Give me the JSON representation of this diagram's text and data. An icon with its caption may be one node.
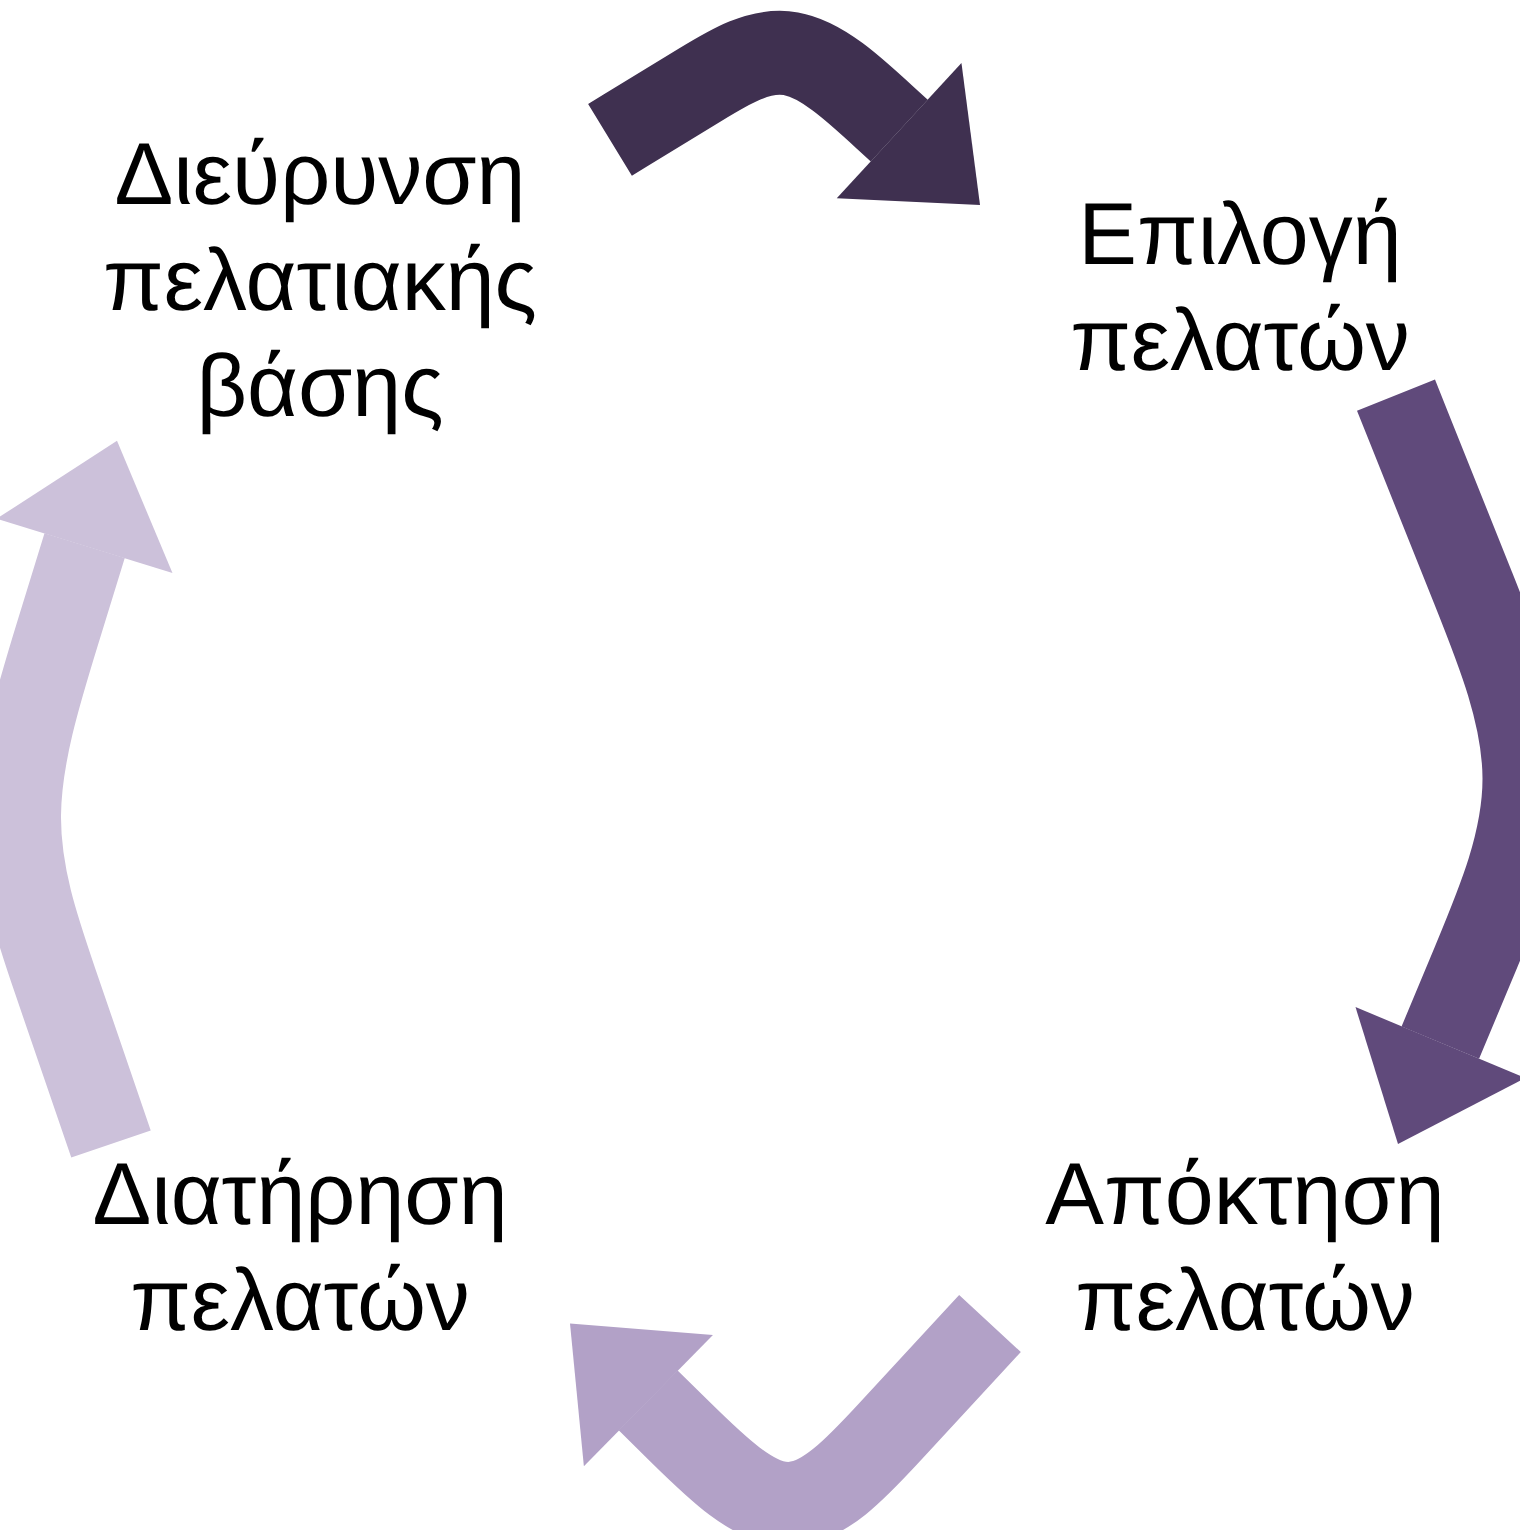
{
  "diagram": {
    "nodes": [
      {
        "text": [
          "Διεύρυνση πελατιακής βάσης"
        ]
      },
      {
        "text": [
          "Επιλογή πελατών"
        ]
      },
      {
        "text": [
          "Διατήρηση πελατών"
        ]
      },
      {
        "text": [
          "Απόκτηση πελατών"
        ]
      }
    ],
    "edges": [
      {
        "from": 0,
        "to": 1,
        "arrow": "to",
        "color": "#3f3050"
      },
      {
        "from": 1,
        "to": 3,
        "arrow": "to",
        "color": "#604a7b"
      },
      {
        "from": 3,
        "to": 2,
        "arrow": "to",
        "color": "#b2a1c7"
      },
      {
        "from": 2,
        "to": 0,
        "arrow": "to",
        "color": "#ccc1da"
      }
    ]
  }
}
